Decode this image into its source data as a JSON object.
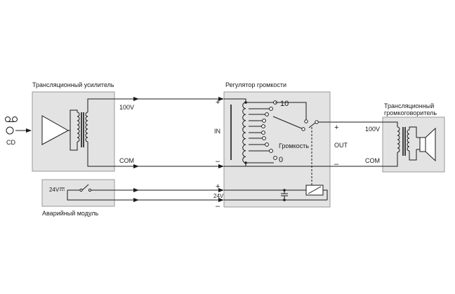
{
  "labels": {
    "amplifier": "Трансляционный усилитель",
    "controller": "Регулятор громкости",
    "speaker_line1": "Трансляционный",
    "speaker_line2": "громкоговоритель",
    "emergency": "Аварийный модуль",
    "cd": "CD",
    "amp_100v": "100V",
    "amp_com": "COM",
    "in": "IN",
    "out": "OUT",
    "plus": "+",
    "minus": "–",
    "ctrl_plus_top": "+",
    "ctrl_minus_top": "–",
    "out_plus": "+",
    "out_minus": "–",
    "step_10": "10",
    "step_0": "0",
    "volume": "Громкость",
    "spk_100v": "100V",
    "spk_com": "COM",
    "v24": "24V",
    "v24_module": "24V"
  },
  "colors": {
    "box_fill": "#e3e3e3",
    "box_stroke": "#9a9a9a",
    "line": "#1a1a1a"
  },
  "icons": [
    "cd-icon",
    "amplifier-triangle-icon",
    "transformer-icon",
    "switch-icon",
    "relay-coil-icon",
    "speaker-icon",
    "capacitor-icon"
  ]
}
